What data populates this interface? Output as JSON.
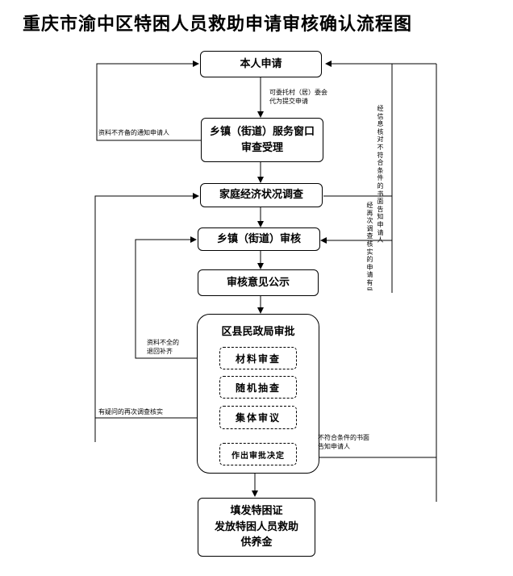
{
  "title": "重庆市渝中区特困人员救助申请审核确认流程图",
  "boxes": {
    "apply": "本人申请",
    "town_window": "乡镇（街道）服务窗口\n审查受理",
    "family_survey": "家庭经济状况调查",
    "town_review": "乡镇（街道）审核",
    "publicity": "审核意见公示",
    "district": "区县民政局审批",
    "material_check": "材料审查",
    "random_check": "随机抽查",
    "collective": "集体审议",
    "decision": "作出审批决定",
    "issue": "填发特困证\n发放特困人员救助\n供养金"
  },
  "notes": {
    "entrust": "可委托村（居）委会\n代为提交申请",
    "incomplete_notice": "资料不齐备的通知申请人",
    "incomplete_return": "资料不全的\n退回补齐",
    "doubt_resurvey": "有疑问的再次调查核实",
    "not_qualified_notice": "不符合条件的书面\n告知申请人",
    "verified_not_qualified": "经信息核对不符合条件的书面告知申请人",
    "resurvey_objection": "经再次调查核实的申请有异议的再次调查核实"
  }
}
